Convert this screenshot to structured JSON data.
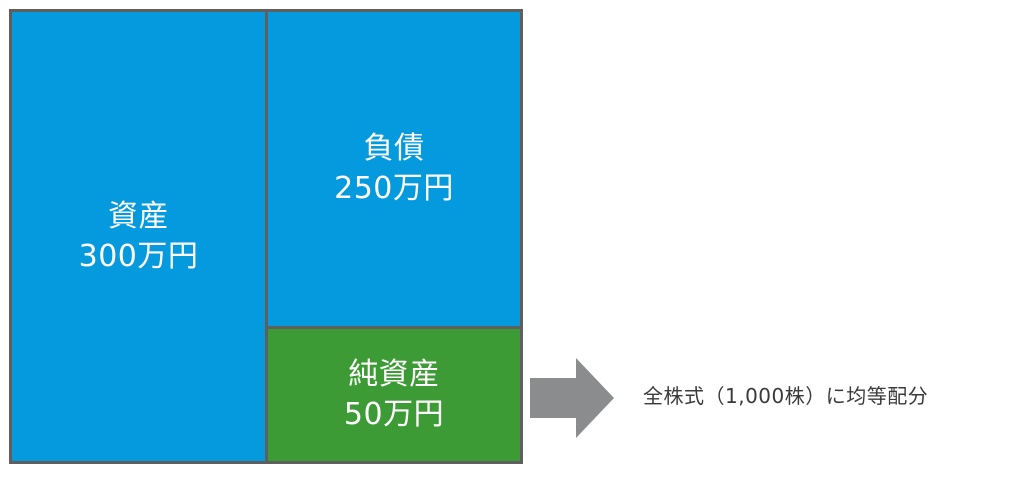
{
  "diagram": {
    "assets": {
      "label": "資産",
      "value": "300万円",
      "color": "#0599dd"
    },
    "liabilities": {
      "label": "負債",
      "value": "250万円",
      "color": "#0599dd"
    },
    "net_assets": {
      "label": "純資産",
      "value": "50万円",
      "color": "#3d9b35"
    },
    "arrow": {
      "icon": "right-arrow-icon",
      "color": "#8a8c8e"
    },
    "caption": "全株式（1,000株）に均等配分",
    "border_color": "#5f5f5f"
  }
}
